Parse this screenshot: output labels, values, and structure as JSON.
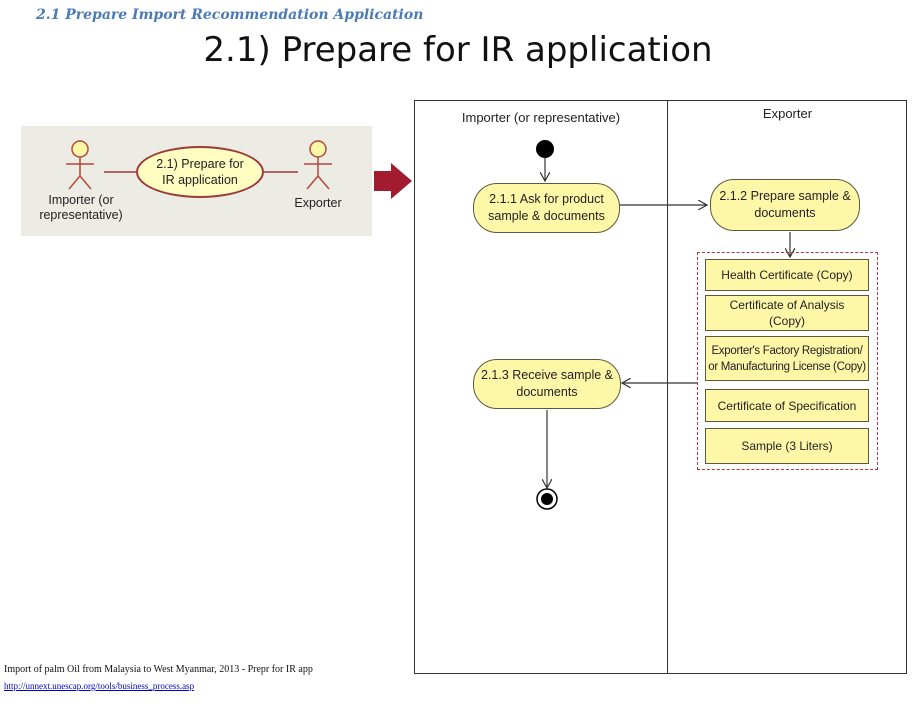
{
  "page": {
    "heading": "2.1 Prepare Import Recommendation Application",
    "title": "2.1) Prepare for IR application"
  },
  "use_case": {
    "actor_left": "Importer (or\nrepresentative)",
    "actor_right": "Exporter",
    "use_case_label": "2.1) Prepare for\nIR application"
  },
  "activity_diagram": {
    "lanes": [
      "Importer (or representative)",
      "Exporter"
    ],
    "activities": {
      "ask": "2.1.1 Ask for product\nsample & documents",
      "prepare": "2.1.2 Prepare sample &\ndocuments",
      "receive": "2.1.3 Receive sample &\ndocuments"
    },
    "documents": [
      "Health Certificate (Copy)",
      "Certificate of Analysis\n(Copy)",
      "Exporter's Factory Registration/\nor Manufacturing License (Copy)",
      "Certificate of Specification",
      "Sample (3 Liters)"
    ]
  },
  "footer": {
    "source": "Import of palm Oil from Malaysia to West Myanmar, 2013 - Prepr for IR app",
    "link": "http://unnext.unescap.org/tools/business_process.asp"
  },
  "colors": {
    "activity_fill": "#fff7a8",
    "doc_group_border": "#b33a3a",
    "big_arrow": "#a31b2e",
    "heading": "#4a7bb7"
  }
}
